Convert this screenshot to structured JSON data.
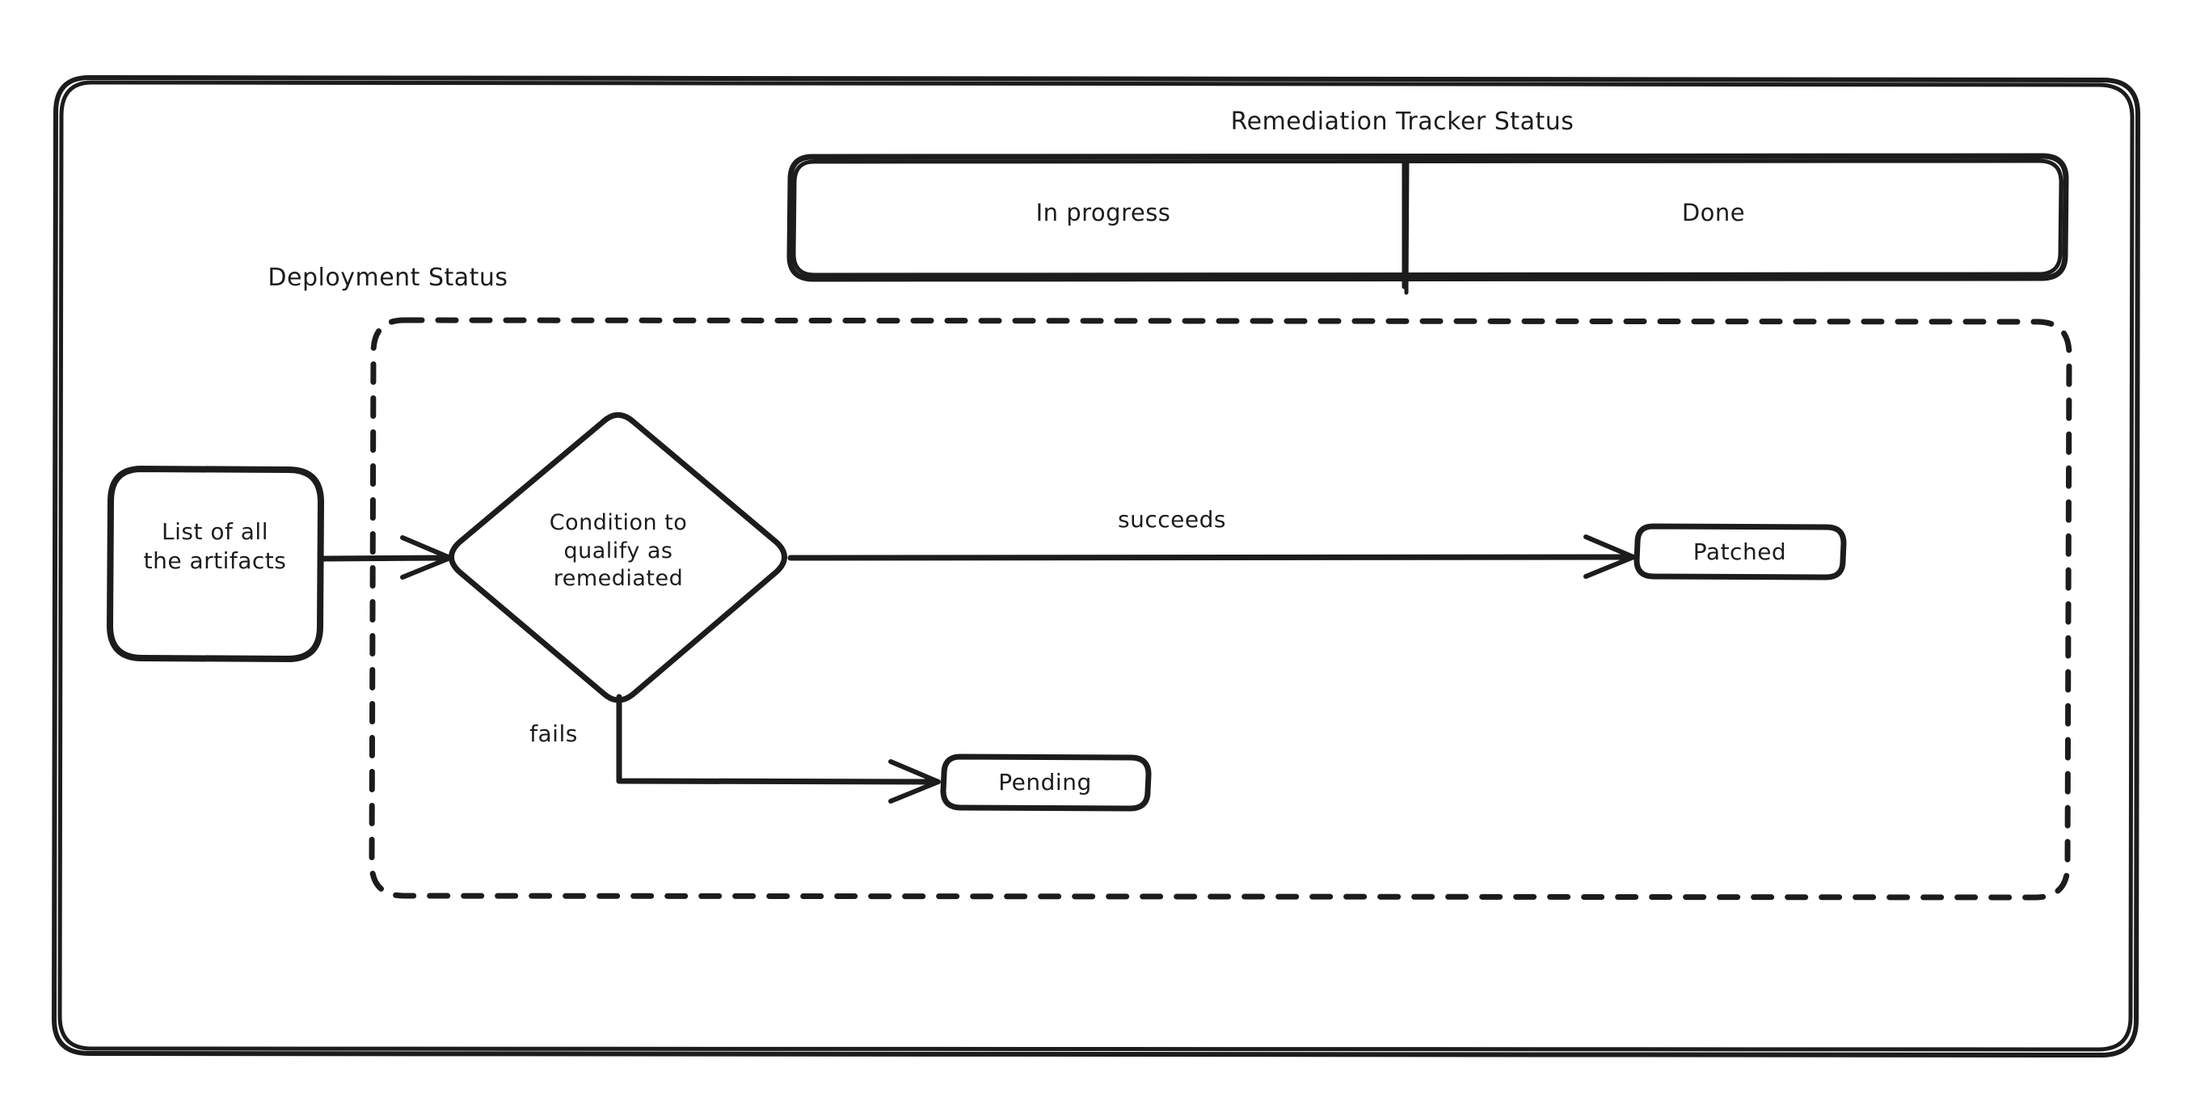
{
  "diagram": {
    "type": "flowchart",
    "background_color": "#ffffff",
    "stroke_color": "#1c1c1c",
    "outer_frame": {
      "name": "outer-frame",
      "style": "rounded-rectangle-solid"
    },
    "swimlane": {
      "title": "Remediation Tracker Status",
      "style": "rounded-rectangle-solid-split",
      "cells": [
        {
          "label": "In progress"
        },
        {
          "label": "Done"
        }
      ]
    },
    "group": {
      "title": "Deployment Status",
      "style": "rounded-rectangle-dashed"
    },
    "nodes": [
      {
        "id": "list",
        "label": "List of all\nthe artifacts",
        "shape": "rounded-rectangle"
      },
      {
        "id": "decision",
        "label": "Condition to\nqualify as\nremediated",
        "shape": "diamond"
      },
      {
        "id": "patched",
        "label": "Patched",
        "shape": "rounded-rectangle"
      },
      {
        "id": "pending",
        "label": "Pending",
        "shape": "rounded-rectangle"
      }
    ],
    "edges": [
      {
        "from": "list",
        "to": "decision",
        "label": ""
      },
      {
        "from": "decision",
        "to": "patched",
        "label": "succeeds"
      },
      {
        "from": "decision",
        "to": "pending",
        "label": "fails"
      }
    ]
  }
}
